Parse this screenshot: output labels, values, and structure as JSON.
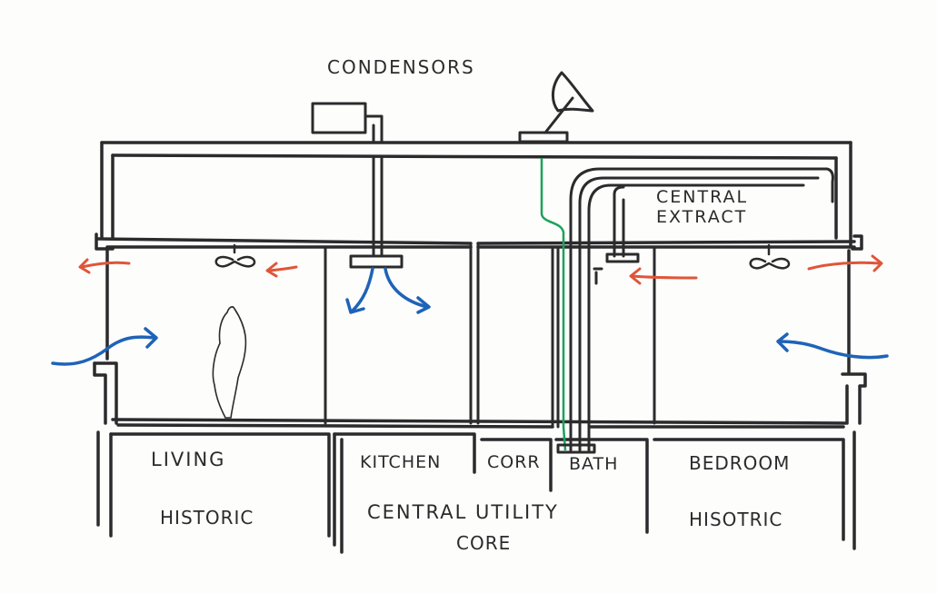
{
  "labels": {
    "condensors": "CONDENSORS",
    "central_extract_line1": "CENTRAL",
    "central_extract_line2": "EXTRACT",
    "living": "LIVING",
    "kitchen": "KITCHEN",
    "corr": "CORR",
    "bath": "BATH",
    "bedroom": "BEDROOM",
    "historic_left": "HISTORIC",
    "central_utility": "CENTRAL UTILITY",
    "core": "CORE",
    "historic_right": "HISOTRIC"
  },
  "colors": {
    "ink": "#2b2b2d",
    "warm_air": "#e0553a",
    "fresh_air": "#1f63b8",
    "cable": "#1aa35a"
  },
  "icons": [
    "condenser-unit",
    "satellite-dish",
    "ceiling-fan",
    "supply-diffuser",
    "extract-grille",
    "person-figure"
  ]
}
